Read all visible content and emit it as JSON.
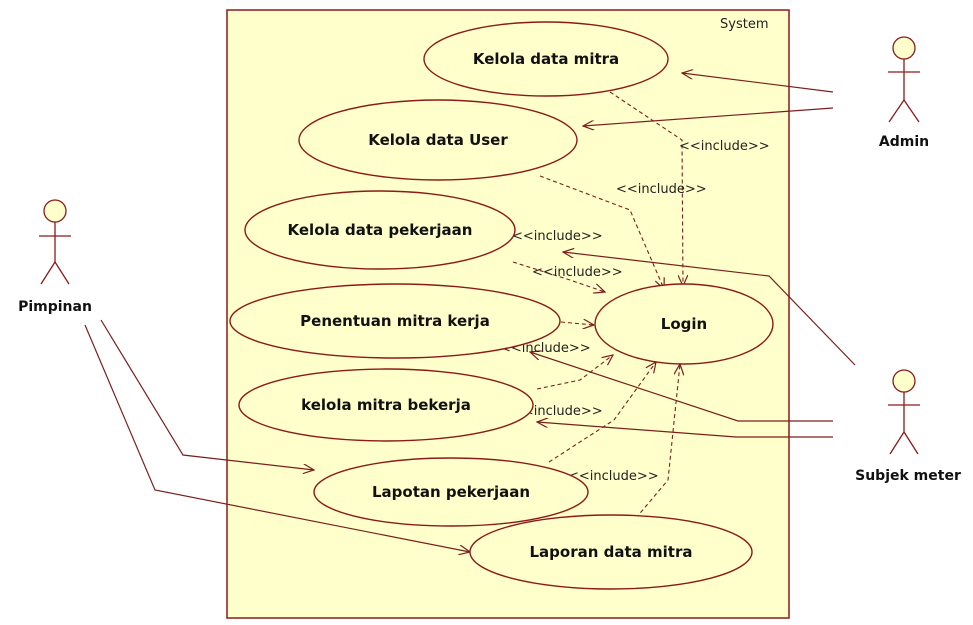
{
  "system": {
    "label": "System"
  },
  "use_cases": {
    "kelola_data_mitra": "Kelola data mitra",
    "kelola_data_user": "Kelola data User",
    "kelola_data_pekerjaan": "Kelola data pekerjaan",
    "penentuan_mitra_kerja": "Penentuan mitra kerja",
    "kelola_mitra_bekerja": "kelola mitra bekerja",
    "lapotan_pekerjaan": "Lapotan pekerjaan",
    "laporan_data_mitra": "Laporan data mitra",
    "login": "Login"
  },
  "actors": {
    "admin": "Admin",
    "pimpinan": "Pimpinan",
    "subjek_meter": "Subjek meter"
  },
  "include_label": "<<include>>",
  "colors": {
    "system_fill": "#ffffcc",
    "system_border": "#8b1a1a",
    "usecase_fill": "#ffffcc",
    "usecase_border": "#8b1a1a",
    "actor_fill": "#ffffcc",
    "line": "#7a1f1f"
  }
}
